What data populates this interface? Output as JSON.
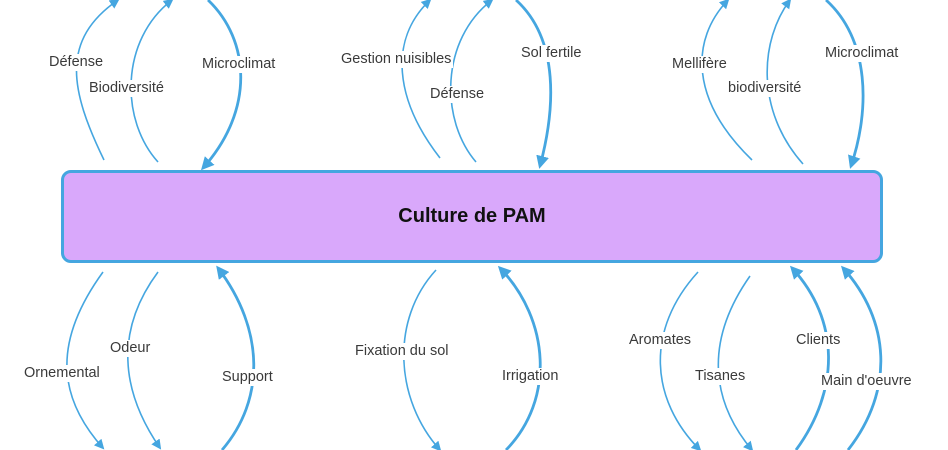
{
  "center": {
    "title": "Culture de PAM"
  },
  "top_labels": {
    "defense_1": "Défense",
    "biodiversite_1": "Biodiversité",
    "microclimat_1": "Microclimat",
    "gestion_nuisibles": "Gestion nuisibles",
    "defense_2": "Défense",
    "sol_fertile": "Sol fertile",
    "mellifere": "Mellifère",
    "biodiversite_2": "biodiversité",
    "microclimat_2": "Microclimat"
  },
  "bottom_labels": {
    "ornemental": "Ornemental",
    "odeur": "Odeur",
    "support": "Support",
    "fixation_sol": "Fixation du sol",
    "irrigation": "Irrigation",
    "aromates": "Aromates",
    "tisanes": "Tisanes",
    "clients": "Clients",
    "main_oeuvre": "Main d'oeuvre"
  },
  "colors": {
    "box_fill": "#d9a8fb",
    "box_border": "#45a6e0",
    "arrow": "#45a6e0"
  }
}
